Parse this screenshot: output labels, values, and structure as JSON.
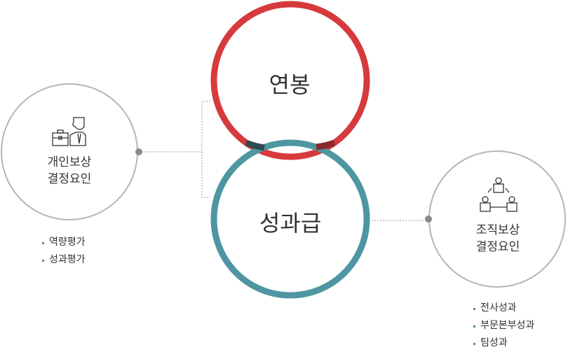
{
  "center": {
    "top_label": "연봉",
    "bottom_label": "성과급"
  },
  "left": {
    "title_line1": "개인보상",
    "title_line2": "결정요인",
    "icon": "businessman-icon",
    "items": [
      "역량평가",
      "성과평가"
    ]
  },
  "right": {
    "title_line1": "조직보상",
    "title_line2": "결정요인",
    "icon": "organization-icon",
    "items": [
      "전사성과",
      "부문본부성과",
      "팀성과"
    ]
  },
  "colors": {
    "red": "#d63a3d",
    "teal": "#4e96a1",
    "gray": "#b5b5b5",
    "dot": "#8a8a8a"
  }
}
